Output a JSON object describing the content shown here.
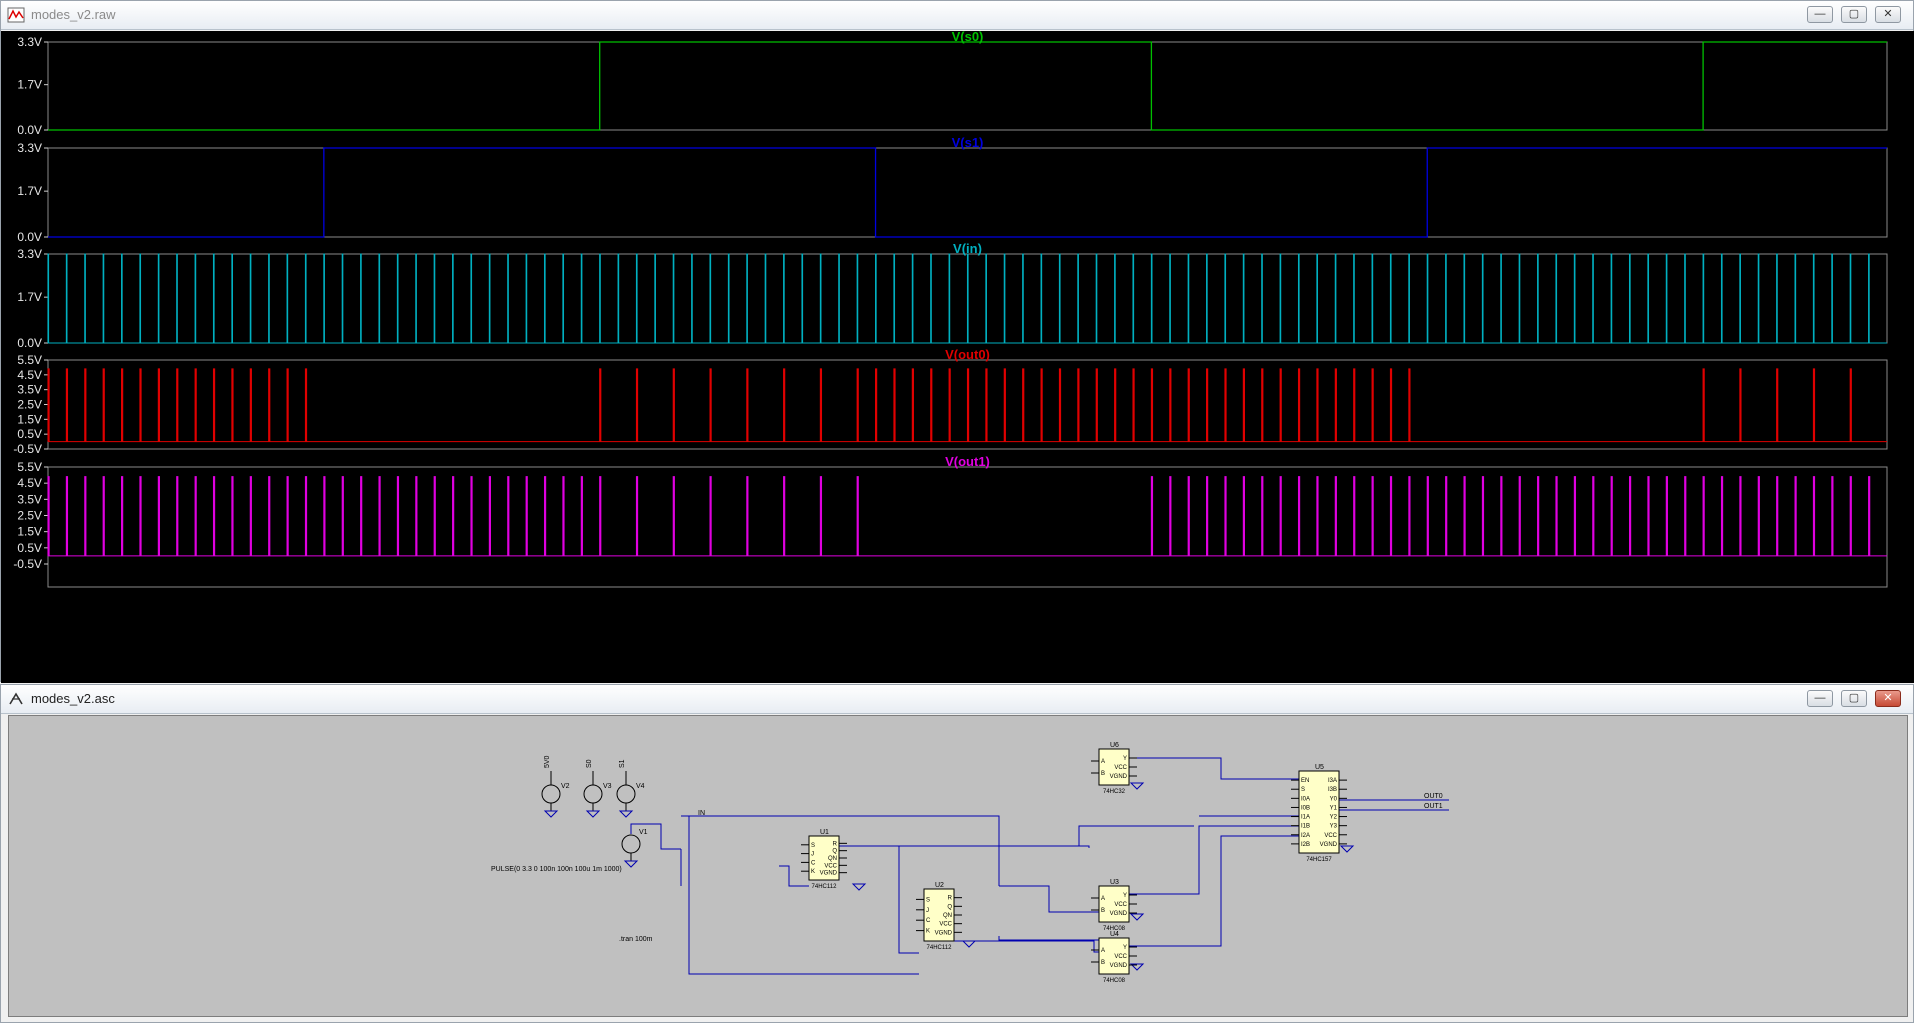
{
  "waveform_window": {
    "title": "modes_v2.raw",
    "buttons": {
      "minimize": "—",
      "maximize": "▢",
      "close": "✕"
    }
  },
  "schematic_window": {
    "title": "modes_v2.asc",
    "buttons": {
      "minimize": "—",
      "maximize": "▢",
      "close": "✕"
    }
  },
  "chart_data": [
    {
      "type": "line",
      "title": "V(s0)",
      "color": "#00c000",
      "y_ticks": [
        "3.3V",
        "1.7V",
        "0.0V"
      ],
      "ylim": [
        0,
        3.3
      ],
      "series": [
        {
          "name": "V(s0)",
          "x": [
            0,
            0.3,
            0.3,
            0.6,
            0.6,
            0.9,
            0.9,
            1.0
          ],
          "values": [
            0,
            0,
            3.3,
            3.3,
            0,
            0,
            3.3,
            3.3
          ]
        }
      ]
    },
    {
      "type": "line",
      "title": "V(s1)",
      "color": "#0000e0",
      "y_ticks": [
        "3.3V",
        "1.7V",
        "0.0V"
      ],
      "ylim": [
        0,
        3.3
      ],
      "series": [
        {
          "name": "V(s1)",
          "x": [
            0,
            0.15,
            0.15,
            0.45,
            0.45,
            0.75,
            0.75,
            1.0
          ],
          "values": [
            0,
            0,
            3.3,
            3.3,
            0,
            0,
            3.3,
            3.3
          ]
        }
      ]
    },
    {
      "type": "line",
      "title": "V(in)",
      "color": "#00b0c0",
      "y_ticks": [
        "3.3V",
        "1.7V",
        "0.0V"
      ],
      "ylim": [
        0,
        3.3
      ],
      "pulse_period": 0.01,
      "pulse_width": 0.0003
    },
    {
      "type": "line",
      "title": "V(out0)",
      "color": "#e00000",
      "y_ticks": [
        "5.5V",
        "4.5V",
        "3.5V",
        "2.5V",
        "1.5V",
        "0.5V",
        "-0.5V"
      ],
      "ylim": [
        -0.5,
        5.5
      ],
      "pulse_period": 0.01,
      "pulse_height": 4.9,
      "active_ranges": [
        [
          0.0,
          0.15
        ],
        [
          0.3,
          0.45
        ],
        [
          0.45,
          0.75
        ],
        [
          0.9,
          1.0
        ]
      ],
      "pulse_spacing_factor": [
        1,
        2,
        1,
        2
      ]
    },
    {
      "type": "line",
      "title": "V(out1)",
      "color": "#e000e0",
      "y_ticks": [
        "5.5V",
        "4.5V",
        "3.5V",
        "2.5V",
        "1.5V",
        "0.5V",
        "-0.5V"
      ],
      "ylim": [
        -0.5,
        5.5
      ],
      "pulse_period": 0.01,
      "pulse_height": 4.9,
      "active_ranges": [
        [
          0.0,
          0.3
        ],
        [
          0.3,
          0.45
        ],
        [
          0.6,
          1.0
        ]
      ],
      "pulse_spacing_factor": [
        1,
        2,
        1
      ]
    }
  ],
  "schematic": {
    "labels": {
      "v2": "V2",
      "v3": "V3",
      "v4": "V4",
      "v1": "V1",
      "net_5v0": "5V0",
      "net_s0": "S0",
      "net_s1": "S1",
      "net_in": "IN",
      "out0": "OUT0",
      "out1": "OUT1",
      "pulse": "PULSE(0 3.3 0 100n 100n 100u 1m 1000)",
      "tran": ".tran 100m"
    },
    "chips": {
      "u1": {
        "ref": "U1",
        "part": "74HC112",
        "left_pins": [
          "S",
          "J",
          "C",
          "K"
        ],
        "right_pins": [
          "R",
          "Q",
          "QN",
          "VCC",
          "VGND"
        ]
      },
      "u2": {
        "ref": "U2",
        "part": "74HC112",
        "left_pins": [
          "S",
          "J",
          "C",
          "K"
        ],
        "right_pins": [
          "R",
          "Q",
          "QN",
          "VCC",
          "VGND"
        ]
      },
      "u3": {
        "ref": "U3",
        "part": "74HC08",
        "left_pins": [
          "A",
          "B"
        ],
        "right_pins": [
          "Y",
          "VCC",
          "VGND"
        ]
      },
      "u4": {
        "ref": "U4",
        "part": "74HC08",
        "left_pins": [
          "A",
          "B"
        ],
        "right_pins": [
          "Y",
          "VCC",
          "VGND"
        ]
      },
      "u6": {
        "ref": "U6",
        "part": "74HC32",
        "left_pins": [
          "A",
          "B"
        ],
        "right_pins": [
          "Y",
          "VCC",
          "VGND"
        ]
      },
      "u5": {
        "ref": "U5",
        "part": "74HC157",
        "left_pins": [
          "EN",
          "S",
          "I0A",
          "I0B",
          "I1A",
          "I1B",
          "I2A",
          "I2B"
        ],
        "right_pins": [
          "I3A",
          "I3B",
          "Y0",
          "Y1",
          "Y2",
          "Y3",
          "VCC",
          "VGND"
        ]
      }
    }
  }
}
